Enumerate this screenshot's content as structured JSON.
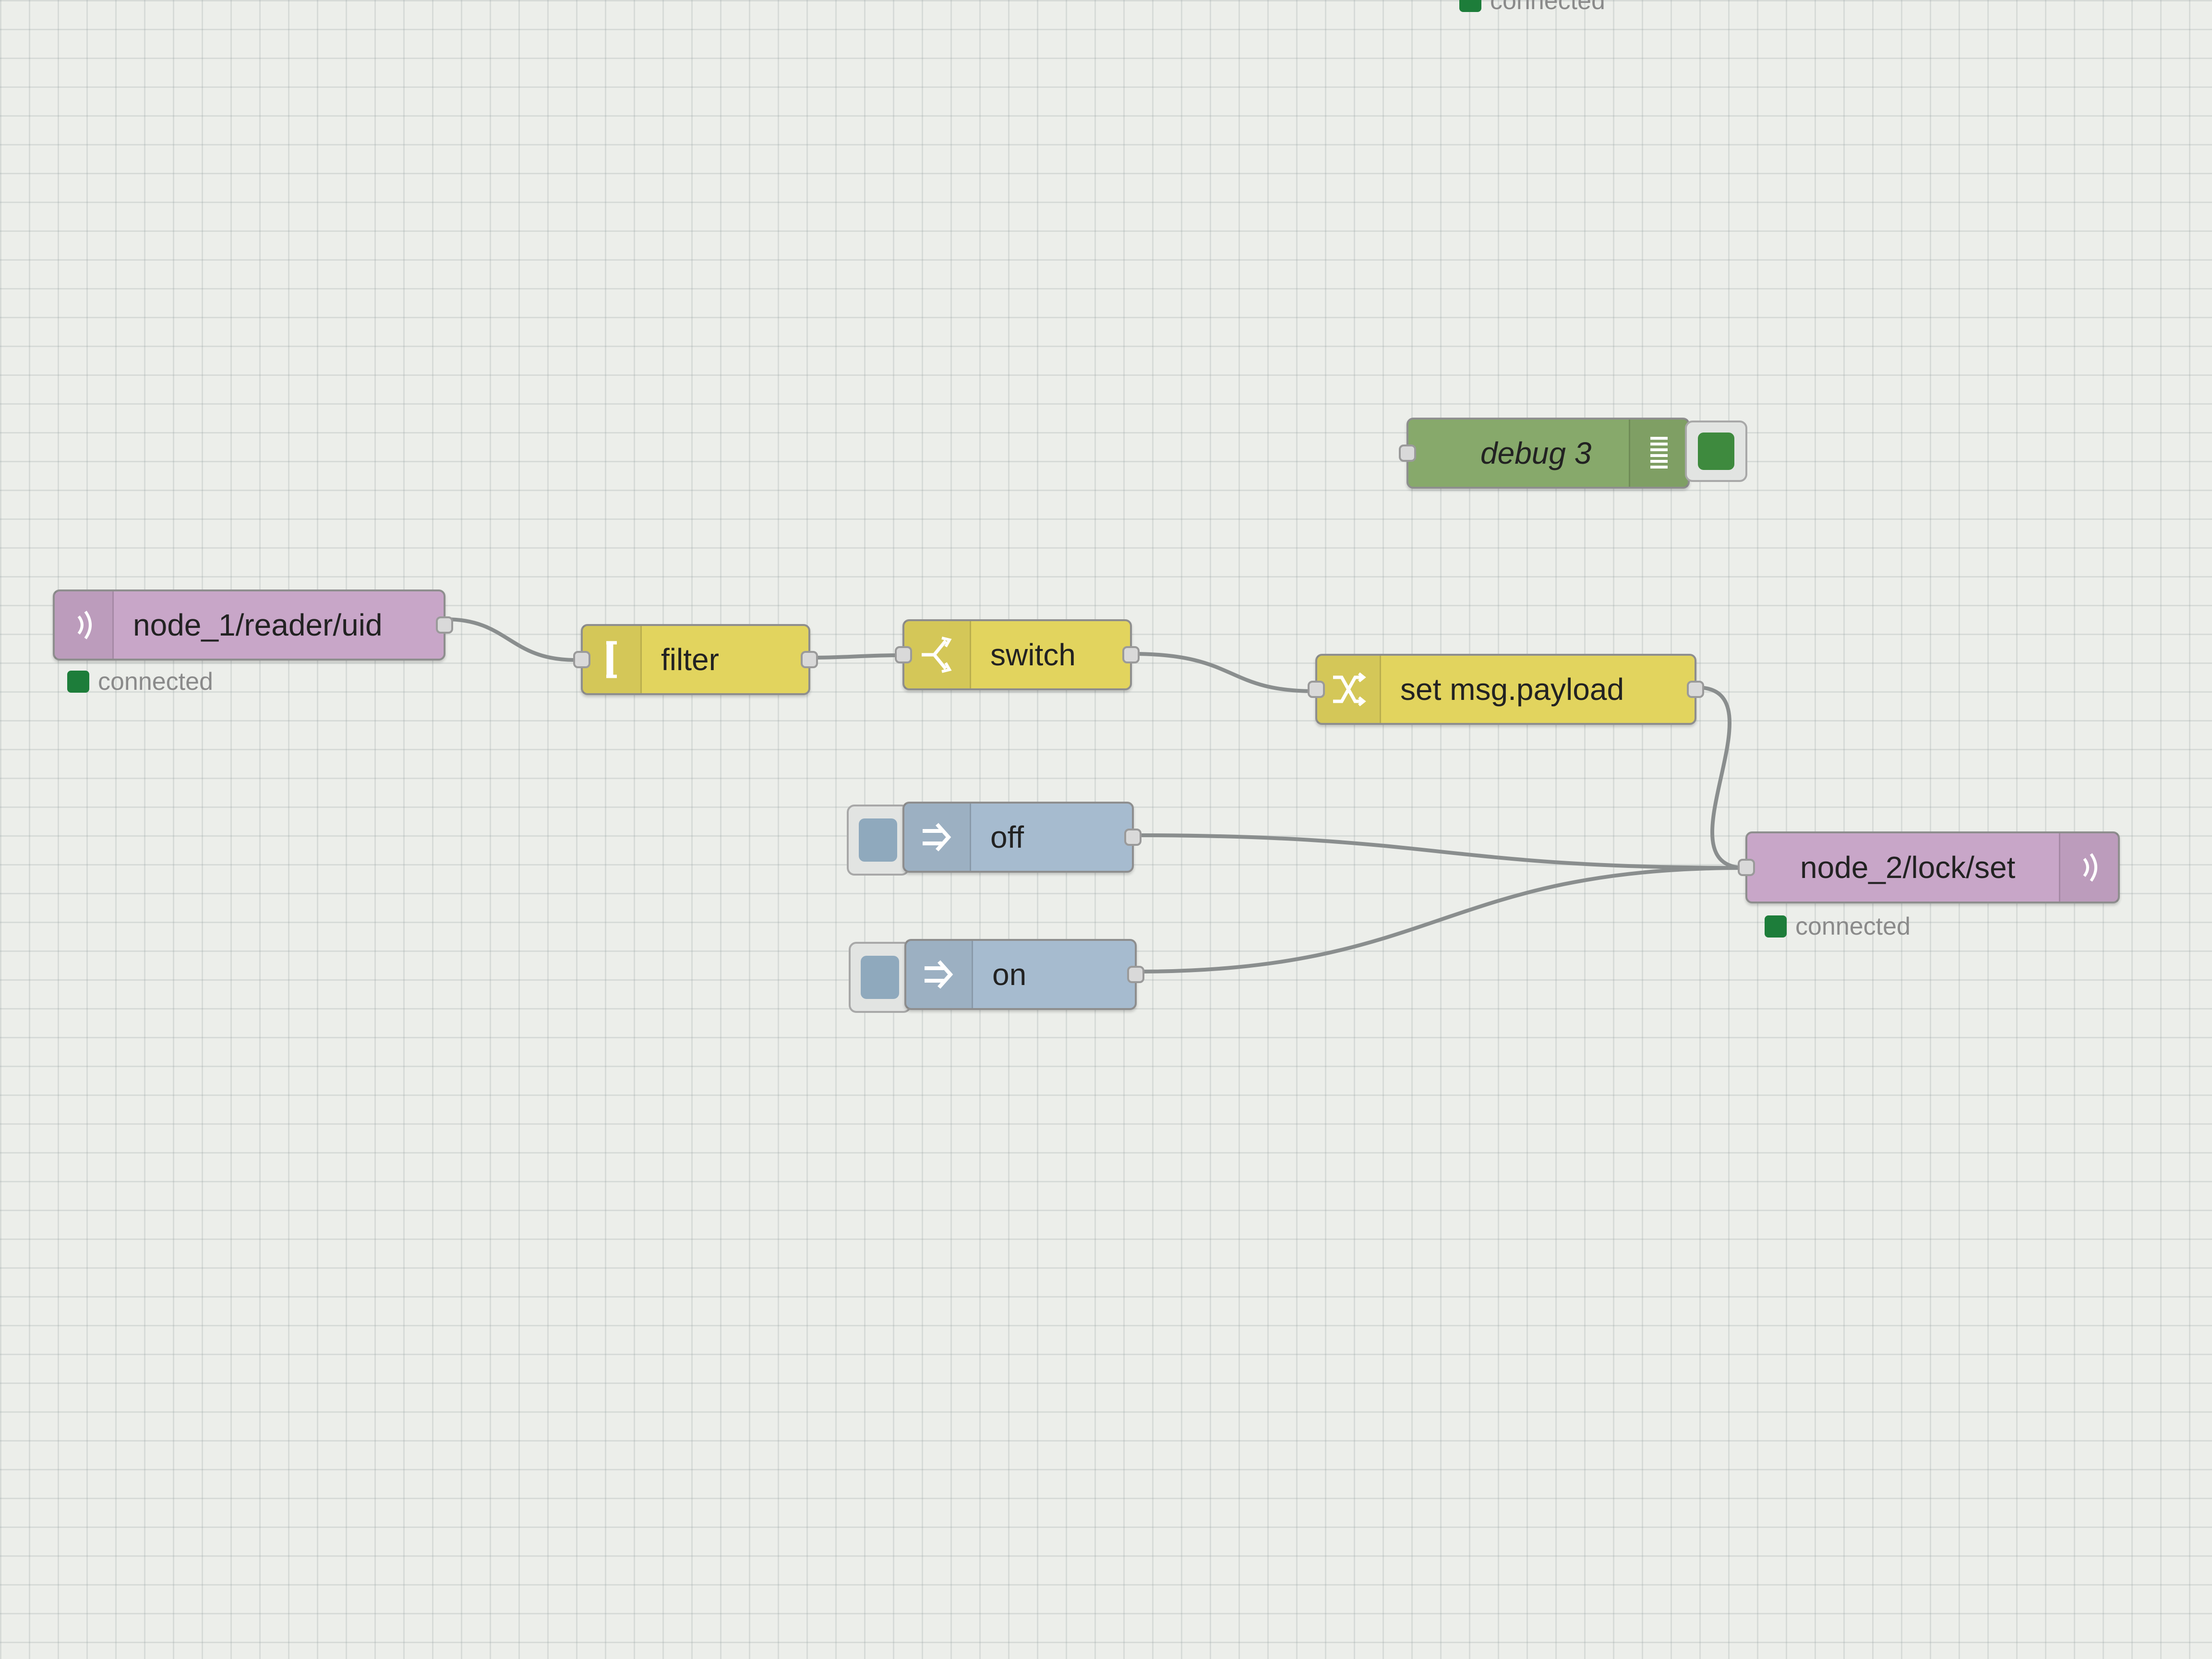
{
  "top_status": {
    "text": "connected"
  },
  "nodes": {
    "mqtt_in": {
      "label": "node_1/reader/uid",
      "status": "connected",
      "icon": "bridge-icon",
      "color": "#c8a6c8"
    },
    "filter": {
      "label": "filter",
      "icon": "filter-icon",
      "color": "#e2d45e"
    },
    "switch": {
      "label": "switch",
      "icon": "switch-icon",
      "color": "#e2d45e"
    },
    "change": {
      "label": "set msg.payload",
      "icon": "shuffle-icon",
      "color": "#e2d45e"
    },
    "debug": {
      "label": "debug 3",
      "icon": "list-icon",
      "color": "#87a96b"
    },
    "inject_off": {
      "label": "off",
      "icon": "arrow-in-icon",
      "color": "#a6bbcf"
    },
    "inject_on": {
      "label": "on",
      "icon": "arrow-in-icon",
      "color": "#a6bbcf"
    },
    "mqtt_out": {
      "label": "node_2/lock/set",
      "status": "connected",
      "icon": "bridge-icon",
      "color": "#c8a6c8"
    }
  }
}
